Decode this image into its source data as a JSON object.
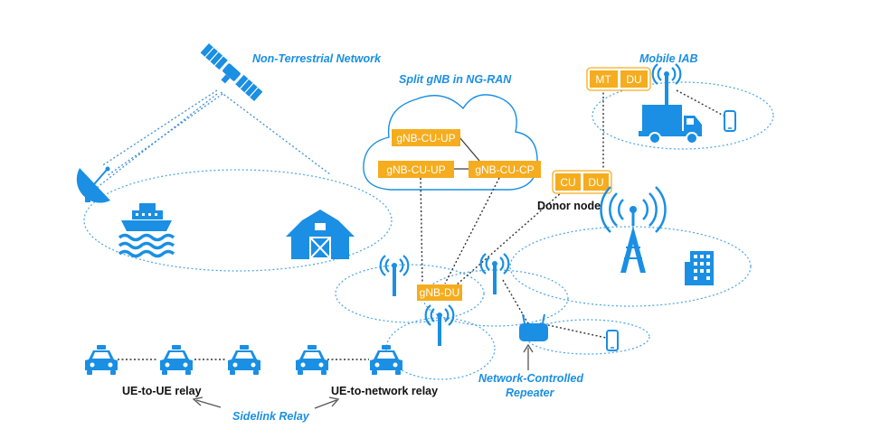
{
  "labels": {
    "ntn": "Non-Terrestrial Network",
    "split_gnb": "Split gNB in NG-RAN",
    "mobile_iab": "Mobile IAB",
    "donor_node": "Donor node",
    "ue_to_ue": "UE-to-UE relay",
    "ue_to_network": "UE-to-network relay",
    "sidelink_relay": "Sidelink Relay",
    "ncr_line1": "Network-Controlled",
    "ncr_line2": "Repeater"
  },
  "boxes": {
    "cu_up_1": "gNB-CU-UP",
    "cu_up_2": "gNB-CU-UP",
    "cu_cp": "gNB-CU-CP",
    "du": "gNB-DU",
    "donor_cu": "CU",
    "donor_du": "DU",
    "iab_mt": "MT",
    "iab_du": "DU"
  },
  "colors": {
    "accent_blue": "#1a8fe3",
    "box_orange": "#f5ac1e",
    "outline_blue": "#4aa3e8",
    "text_black": "#111111"
  },
  "icons": [
    "satellite-icon",
    "dish-antenna-icon",
    "ship-icon",
    "barn-icon",
    "cloud-icon",
    "antenna-icon",
    "tower-icon",
    "building-icon",
    "truck-icon",
    "phone-icon",
    "car-icon",
    "repeater-icon",
    "arrow-icon"
  ]
}
